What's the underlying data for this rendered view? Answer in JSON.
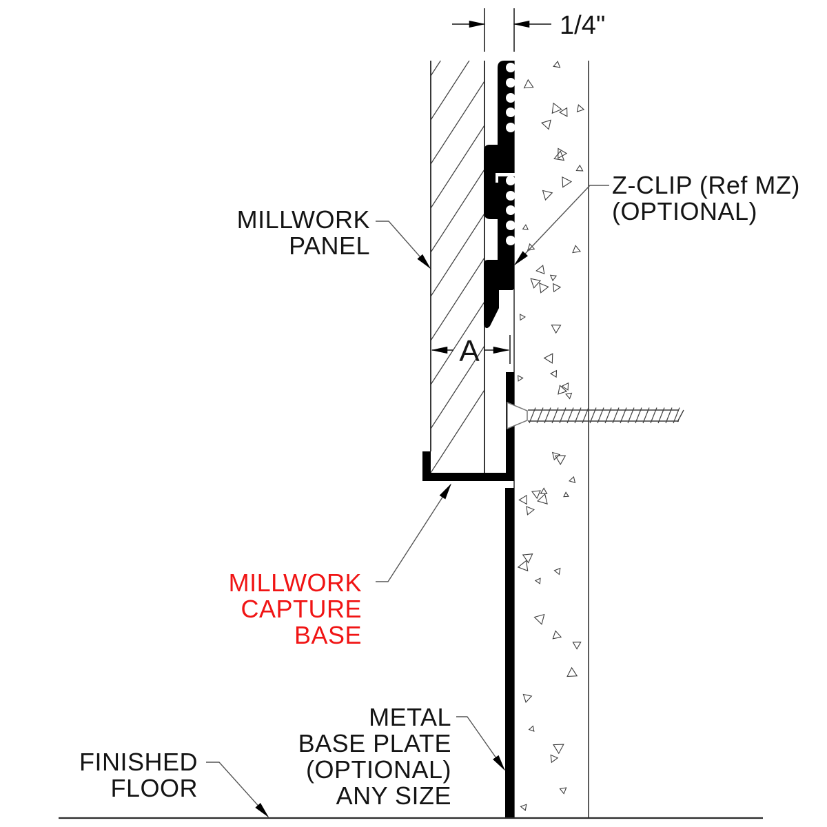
{
  "drawing_title": "Millwork panel / capture base section detail",
  "colors": {
    "line": "#000000",
    "fill_black": "#000000",
    "accent_red": "#f01414",
    "background": "#ffffff"
  },
  "dimensions": {
    "gap": {
      "value": "1/4\""
    },
    "panel_depth": {
      "value": "A"
    }
  },
  "labels": {
    "millwork_panel": {
      "lines": [
        "MILLWORK",
        "PANEL"
      ]
    },
    "z_clip": {
      "lines": [
        "Z-CLIP (Ref MZ)",
        "(OPTIONAL)"
      ]
    },
    "millwork_capture_base": {
      "lines": [
        "MILLWORK",
        "CAPTURE",
        "BASE"
      ],
      "color": "#f01414"
    },
    "metal_base_plate": {
      "lines": [
        "METAL",
        "BASE PLATE",
        "(OPTIONAL)",
        "ANY SIZE"
      ]
    },
    "finished_floor": {
      "lines": [
        "FINISHED",
        "FLOOR"
      ]
    }
  },
  "parts": {
    "panel_hatch": "diagonal-hatch (wood millwork panel in section)",
    "wall_stipple": "triangle-stipple (substrate wall in section)",
    "z_clip_assembly": "interlocking z-clips with fastener holes",
    "capture_base": "J-shaped millwork capture base channel",
    "base_plate": "vertical metal base plate to floor",
    "screw": "countersunk screw into wall",
    "floor": "finished floor line"
  }
}
